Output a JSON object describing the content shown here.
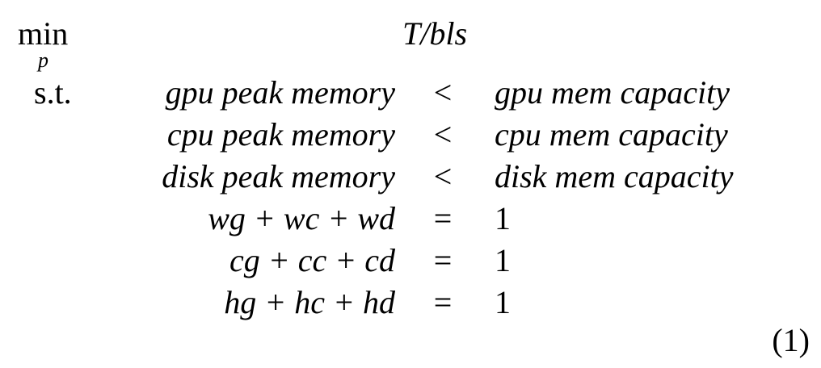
{
  "equation": {
    "min_word": "min",
    "min_subscript": "p",
    "objective": "T/bls",
    "st_label": "s.t.",
    "constraints": [
      {
        "lhs": "gpu peak memory",
        "relation": "<",
        "rhs": "gpu mem capacity"
      },
      {
        "lhs": "cpu peak memory",
        "relation": "<",
        "rhs": "cpu mem capacity"
      },
      {
        "lhs": "disk peak memory",
        "relation": "<",
        "rhs": "disk mem capacity"
      },
      {
        "lhs": "wg + wc + wd",
        "relation": "=",
        "rhs": "1"
      },
      {
        "lhs": "cg + cc + cd",
        "relation": "=",
        "rhs": "1"
      },
      {
        "lhs": "hg + hc + hd",
        "relation": "=",
        "rhs": "1"
      }
    ],
    "number": "(1)"
  }
}
